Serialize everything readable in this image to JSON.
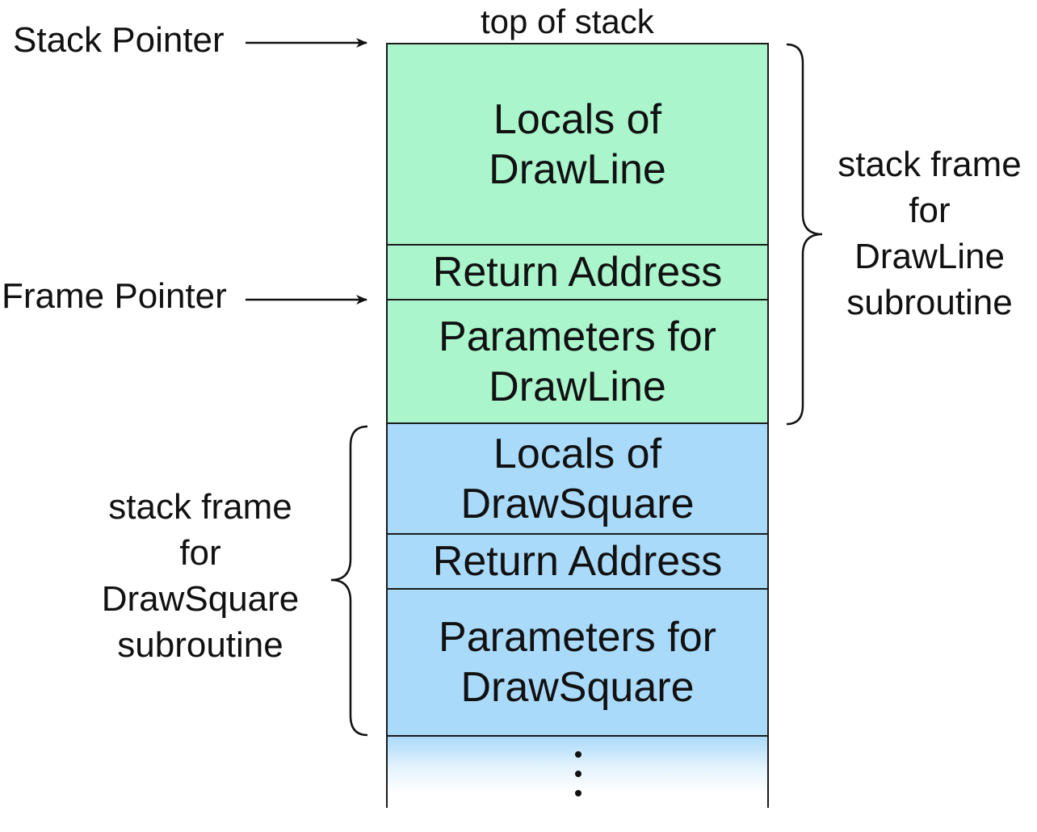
{
  "top_label": "top of stack",
  "pointers": {
    "stack_pointer": "Stack Pointer",
    "frame_pointer": "Frame Pointer"
  },
  "blocks": {
    "drawline_locals": "Locals of\nDrawLine",
    "drawline_return": "Return Address",
    "drawline_params": "Parameters for\nDrawLine",
    "drawsquare_locals": "Locals of\nDrawSquare",
    "drawsquare_return": "Return Address",
    "drawsquare_params": "Parameters for\nDrawSquare"
  },
  "frames": {
    "drawline": "stack frame\nfor\nDrawLine\nsubroutine",
    "drawsquare": "stack frame\nfor\nDrawSquare\nsubroutine"
  },
  "colors": {
    "drawline_frame": "#aaf5cc",
    "drawsquare_frame": "#aadafa"
  }
}
